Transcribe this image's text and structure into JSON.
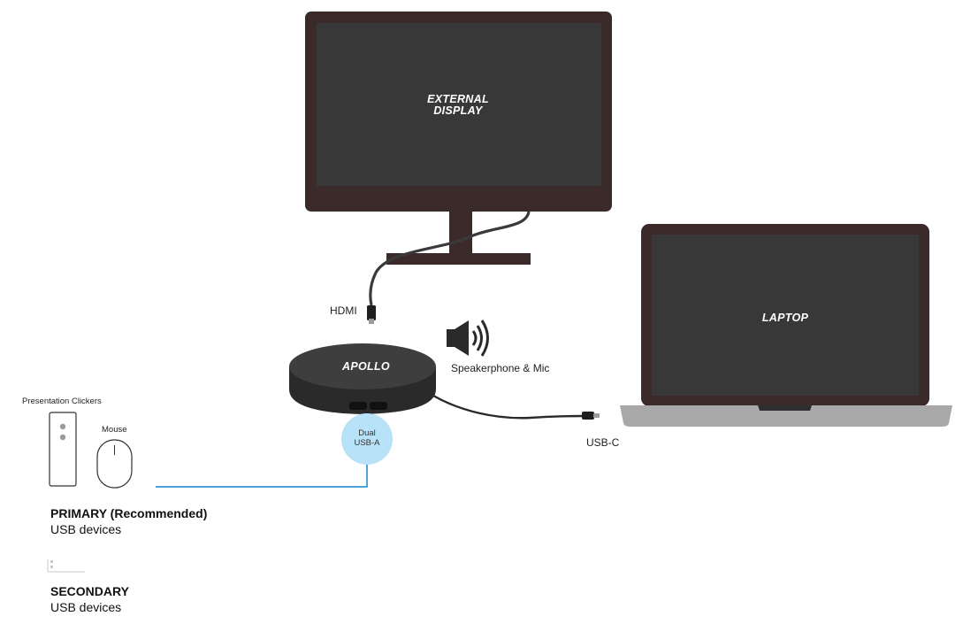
{
  "external_display": {
    "label": "EXTERNAL\nDISPLAY"
  },
  "laptop": {
    "label": "LAPTOP"
  },
  "hub": {
    "label": "APOLLO",
    "port_label": "Dual\nUSB-A"
  },
  "connections": {
    "hdmi": "HDMI",
    "usb_c": "USB-C",
    "speaker": "Speakerphone & Mic"
  },
  "peripherals": {
    "clickers": "Presentation Clickers",
    "mouse": "Mouse"
  },
  "legend": {
    "primary_title": "PRIMARY (Recommended)",
    "primary_sub": "USB devices",
    "secondary_title": "SECONDARY",
    "secondary_sub": "USB devices"
  },
  "colors": {
    "device_body": "#3a2a29",
    "screen": "#383838",
    "hub_top": "#3e3e3e",
    "hub_ring": "#2a2a2a",
    "port_badge": "#b8e2f8",
    "primary_line": "#1a86c8",
    "laptop_base": "#a8a8a8"
  }
}
